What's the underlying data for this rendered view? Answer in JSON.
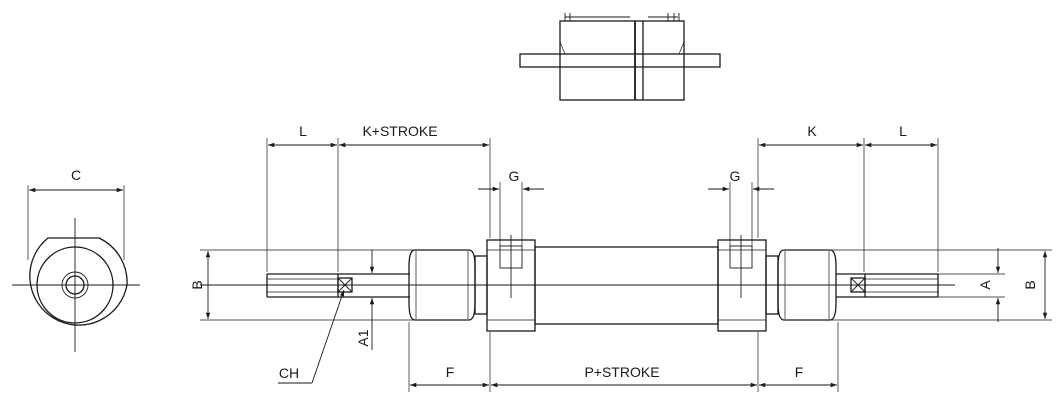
{
  "diagram": {
    "labels": {
      "C": "C",
      "B_left": "B",
      "L_left": "L",
      "K_stroke": "K+STROKE",
      "G_left": "G",
      "G_right": "G",
      "K": "K",
      "L_right": "L",
      "A": "A",
      "B_right": "B",
      "A1": "A1",
      "CH": "CH",
      "F_left": "F",
      "P_stroke": "P+STROKE",
      "F_right": "F"
    }
  }
}
